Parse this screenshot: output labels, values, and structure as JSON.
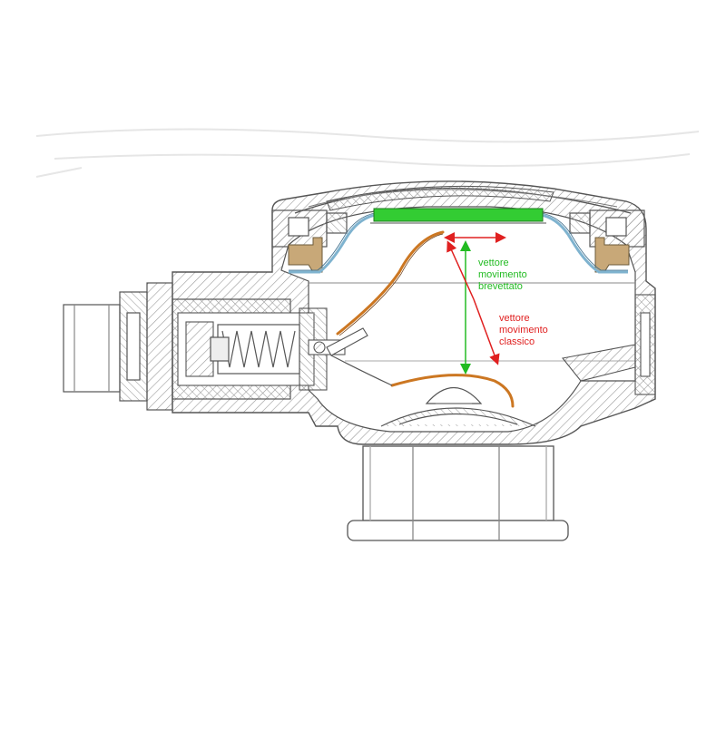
{
  "annotations": {
    "patented": {
      "lines": [
        "vettore",
        "movimento",
        "brevettato"
      ],
      "color": "#22bb22"
    },
    "classic": {
      "lines": [
        "vettore",
        "movimento",
        "classico"
      ],
      "color": "#e02020"
    }
  },
  "palette": {
    "outline": "#555555",
    "hatch": "#9a9a9a",
    "diaphragm": "#7fb3cf",
    "plate": "#33cc33",
    "seal": "#c8a878",
    "lever": "#cc7722",
    "arrow_patented": "#22bb22",
    "arrow_classic": "#e02020"
  }
}
